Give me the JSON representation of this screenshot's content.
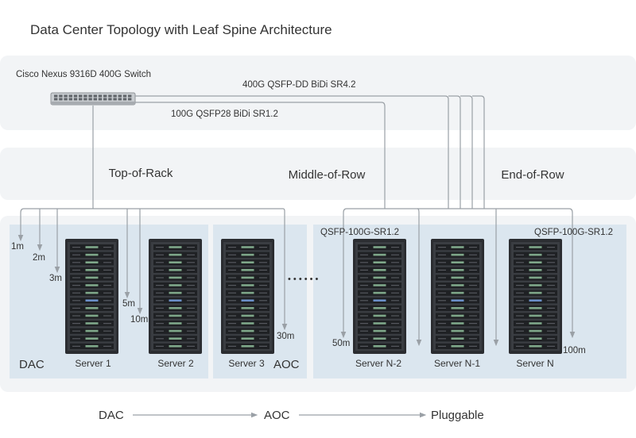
{
  "title": "Data Center Topology with Leaf Spine Architecture",
  "switch": {
    "label": "Cisco Nexus 9316D 400G Switch",
    "icon": "switch-icon"
  },
  "links": {
    "upper": "400G QSFP-DD BiDi SR4.2",
    "lower": "100G QSFP28 BiDi SR1.2"
  },
  "zones": {
    "tor": "Top-of-Rack",
    "mor": "Middle-of-Row",
    "eor": "End-of-Row"
  },
  "cable_lengths": [
    "1m",
    "2m",
    "3m",
    "5m",
    "10m",
    "30m",
    "50m",
    "100m"
  ],
  "module_labels": {
    "left": "QSFP-100G-SR1.2",
    "right": "QSFP-100G-SR1.2"
  },
  "groups": {
    "dac": "DAC",
    "aoc": "AOC"
  },
  "servers": [
    "Server 1",
    "Server 2",
    "Server 3",
    "Server N-2",
    "Server N-1",
    "Server N"
  ],
  "ellipsis": "• • • • • •",
  "legend": {
    "step1": "DAC",
    "step2": "AOC",
    "step3": "Pluggable"
  },
  "colors": {
    "band": "#f2f4f6",
    "group": "#dbe6ef",
    "wire": "#9aa0a6",
    "rack": "#2b2d31"
  }
}
